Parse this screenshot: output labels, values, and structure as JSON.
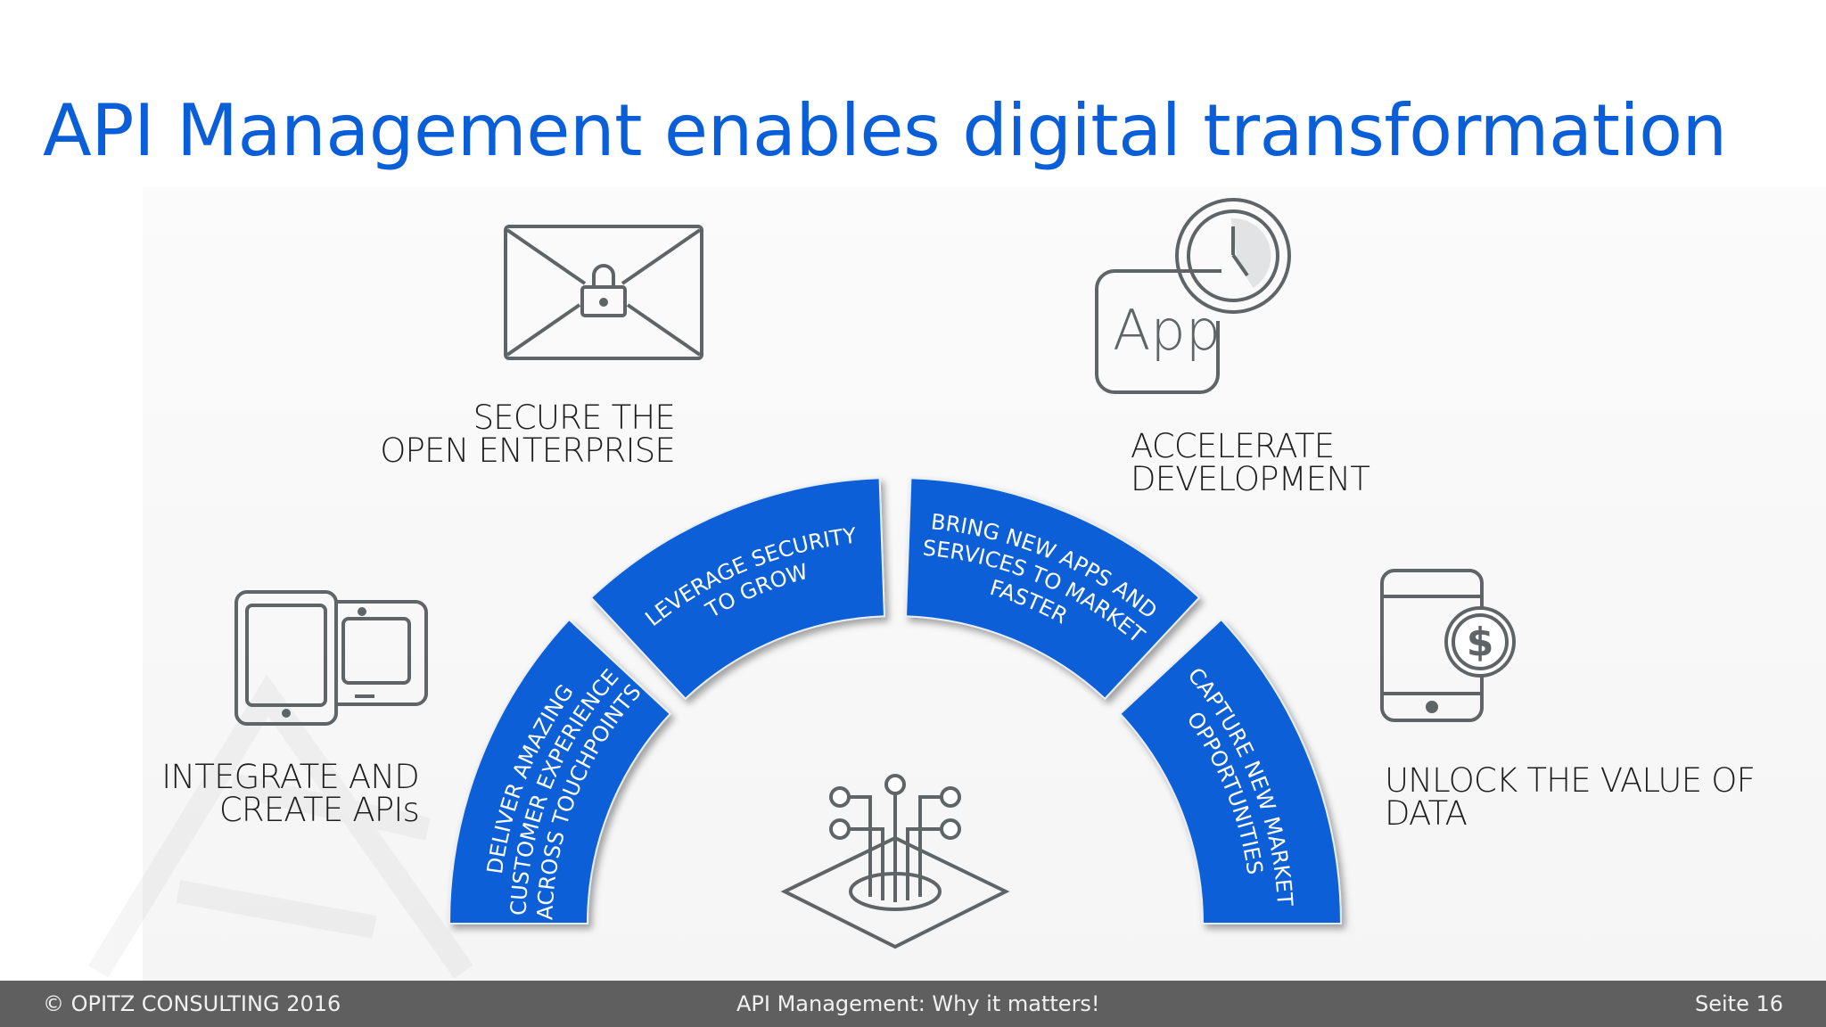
{
  "slide": {
    "title": "API Management enables digital transformation"
  },
  "labels": {
    "secure": [
      "SECURE THE",
      "OPEN ENTERPRISE"
    ],
    "accelerate": [
      "ACCELERATE",
      "DEVELOPMENT"
    ],
    "integrate": [
      "INTEGRATE AND",
      "CREATE APIs"
    ],
    "unlock": [
      "UNLOCK THE VALUE OF",
      "DATA"
    ]
  },
  "arc_segments": [
    {
      "lines": [
        "DELIVER AMAZING",
        "CUSTOMER EXPERIENCE",
        "ACROSS TOUCHPOINTS"
      ]
    },
    {
      "lines": [
        "LEVERAGE SECURITY",
        "TO GROW"
      ]
    },
    {
      "lines": [
        "BRING NEW APPS AND",
        "SERVICES TO MARKET",
        "FASTER"
      ]
    },
    {
      "lines": [
        "CAPTURE NEW MARKET",
        "OPPORTUNITIES"
      ]
    }
  ],
  "icons": {
    "app_badge": "App",
    "dollar_symbol": "$"
  },
  "footer": {
    "copyright": "© OPITZ CONSULTING 2016",
    "topic": "API Management: Why it matters!",
    "page": "Seite 16"
  },
  "colors": {
    "title": "#0a5fd8",
    "arc": "#0a5fd8",
    "icon": "#5f6466",
    "footer_bg": "#5f5f5f"
  }
}
